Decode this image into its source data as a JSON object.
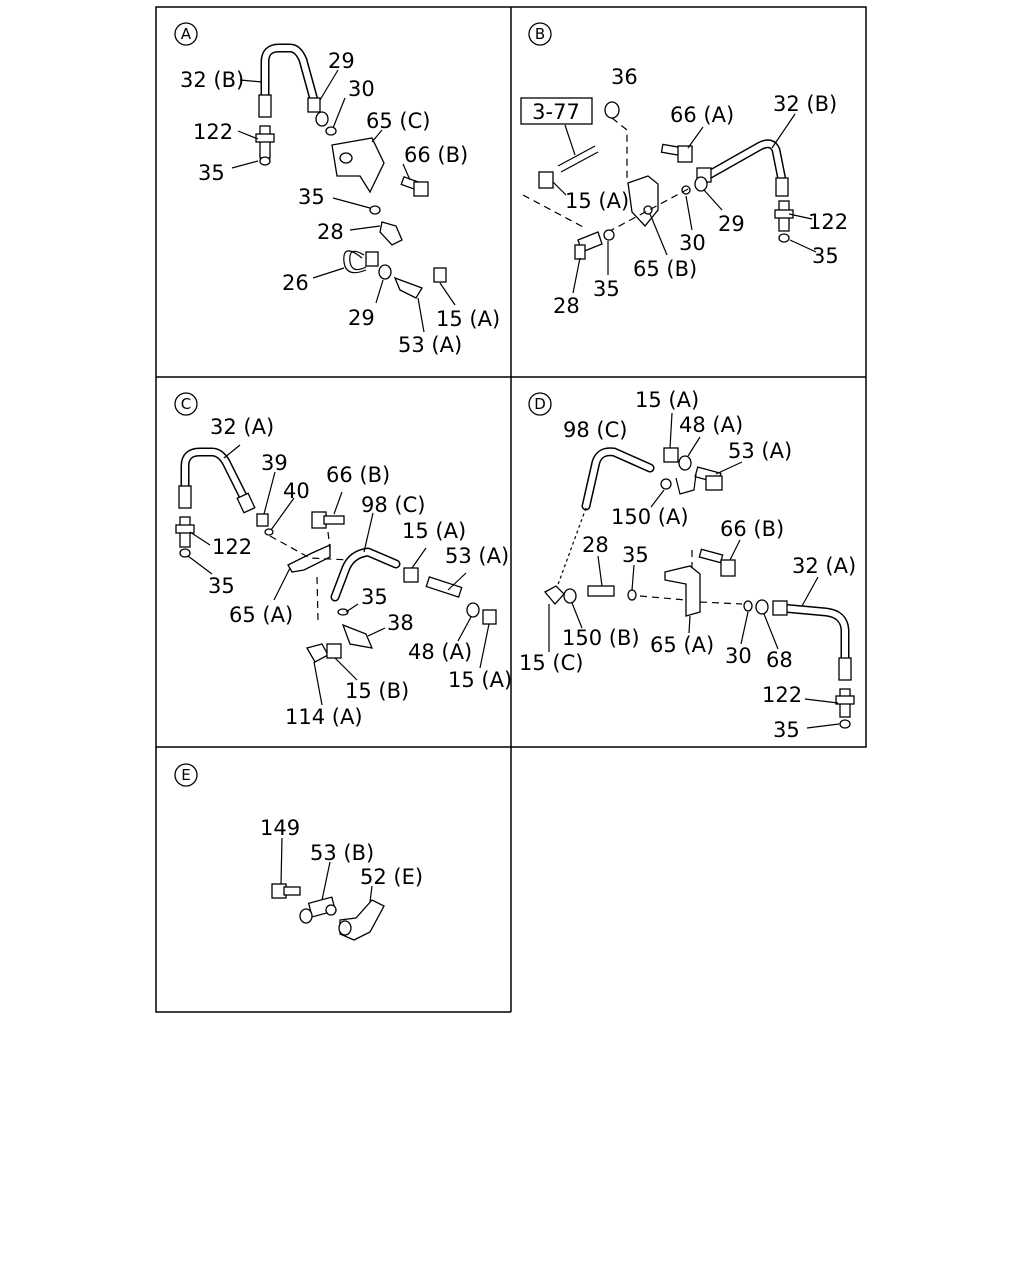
{
  "panels": {
    "a": {
      "tag": "A",
      "labels": {
        "l32b": "32 (B)",
        "l29top": "29",
        "l30": "30",
        "l65c": "65 (C)",
        "l122": "122",
        "l66b": "66 (B)",
        "l35a": "35",
        "l35b": "35",
        "l28": "28",
        "l26": "26",
        "l29bot": "29",
        "l15a": "15 (A)",
        "l53a": "53 (A)"
      }
    },
    "b": {
      "tag": "B",
      "ref": "3-77",
      "labels": {
        "l36": "36",
        "l66a": "66 (A)",
        "l32b": "32 (B)",
        "l15a": "15 (A)",
        "l29": "29",
        "l122": "122",
        "l30": "30",
        "l35right": "35",
        "l65b": "65 (B)",
        "l35left": "35",
        "l28": "28"
      }
    },
    "c": {
      "tag": "C",
      "labels": {
        "l32a": "32 (A)",
        "l39": "39",
        "l40": "40",
        "l66b": "66 (B)",
        "l98c": "98 (C)",
        "l122": "122",
        "l15atop": "15 (A)",
        "l53a": "53 (A)",
        "l35top": "35",
        "l65a": "65 (A)",
        "l35mid": "35",
        "l38": "38",
        "l48a": "48 (A)",
        "l15abot": "15 (A)",
        "l15b": "15 (B)",
        "l114a": "114 (A)"
      }
    },
    "d": {
      "tag": "D",
      "labels": {
        "l15a": "15 (A)",
        "l98c": "98 (C)",
        "l48a": "48 (A)",
        "l53a": "53 (A)",
        "l150a": "150 (A)",
        "l66b": "66 (B)",
        "l28": "28",
        "l35": "35",
        "l32a": "32 (A)",
        "l150b": "150 (B)",
        "l65a": "65 (A)",
        "l15c": "15 (C)",
        "l30": "30",
        "l68": "68",
        "l122": "122",
        "l35bot": "35"
      }
    },
    "e": {
      "tag": "E",
      "labels": {
        "l149": "149",
        "l53b": "53 (B)",
        "l52e": "52 (E)"
      }
    }
  }
}
